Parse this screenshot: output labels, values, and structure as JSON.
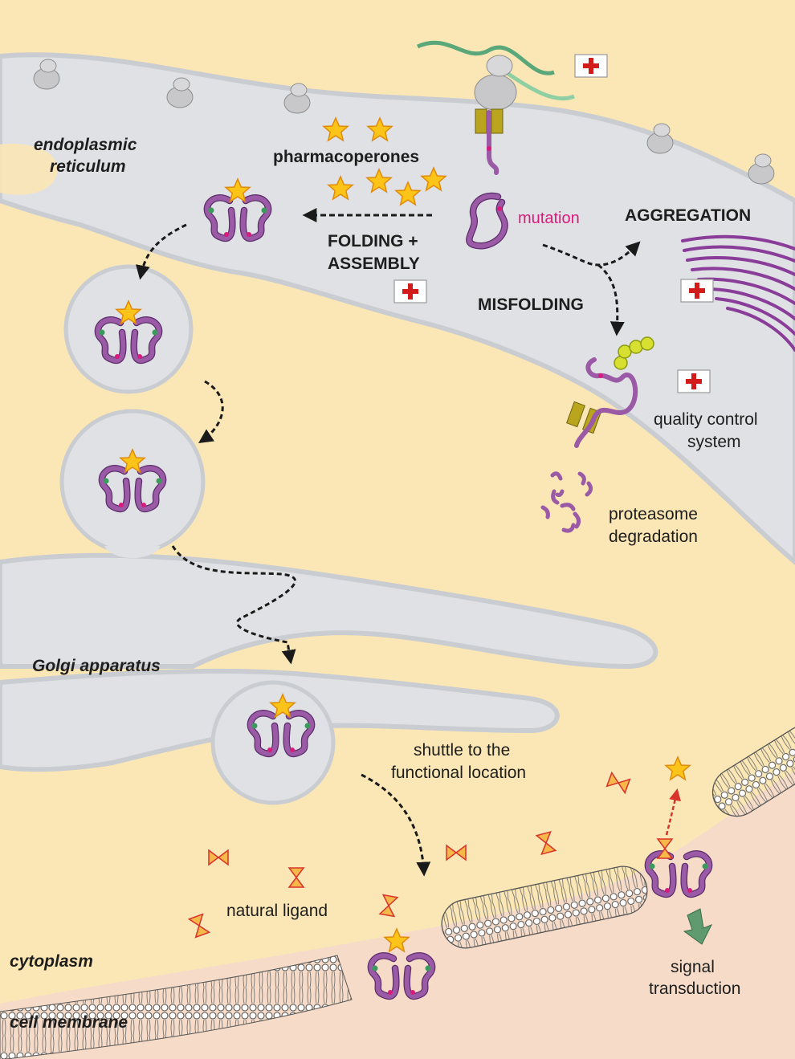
{
  "labels": {
    "er": [
      "endoplasmic",
      "reticulum"
    ],
    "golgi": "Golgi apparatus",
    "cytoplasm": "cytoplasm",
    "membrane": "cell membrane",
    "pharmacoperones": "pharmacoperones",
    "folding": [
      "FOLDING +",
      "ASSEMBLY"
    ],
    "mutation": "mutation",
    "aggregation": "AGGREGATION",
    "misfolding": "MISFOLDING",
    "qc": [
      "quality control",
      "system"
    ],
    "proteasome": [
      "proteasome",
      "degradation"
    ],
    "shuttle": [
      "shuttle to the",
      "functional location"
    ],
    "ligand": "natural ligand",
    "signal": [
      "signal",
      "transduction"
    ]
  },
  "colors": {
    "cytoplasm": "#fbe7b5",
    "organelle": "#dfe1e4",
    "protein": "#9a5aa6",
    "star": "#fcc419",
    "mutation": "#d81b7c",
    "medical_cross": "#d21c1c",
    "signal_arrow": "#5f9b6e"
  }
}
